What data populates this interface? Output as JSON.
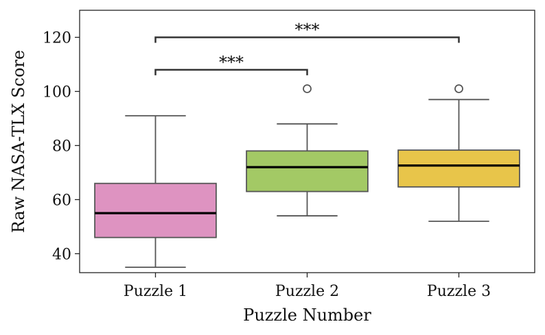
{
  "chart_data": {
    "type": "box",
    "xlabel": "Puzzle Number",
    "ylabel": "Raw NASA-TLX Score",
    "ylim": [
      33,
      130
    ],
    "yticks": [
      40,
      60,
      80,
      100,
      120
    ],
    "categories": [
      "Puzzle 1",
      "Puzzle 2",
      "Puzzle 3"
    ],
    "boxes": [
      {
        "category": "Puzzle 1",
        "whisker_low": 35,
        "q1": 46,
        "median": 55,
        "q3": 66,
        "whisker_high": 91,
        "outliers": [],
        "color": "#de93c1"
      },
      {
        "category": "Puzzle 2",
        "whisker_low": 54,
        "q1": 63,
        "median": 72,
        "q3": 78,
        "whisker_high": 88,
        "outliers": [
          101
        ],
        "color": "#a3c965"
      },
      {
        "category": "Puzzle 3",
        "whisker_low": 52,
        "q1": 64.7,
        "median": 72.6,
        "q3": 78.3,
        "whisker_high": 97,
        "outliers": [
          101
        ],
        "color": "#e8c54a"
      }
    ],
    "significance": [
      {
        "from": "Puzzle 1",
        "to": "Puzzle 2",
        "label": "***",
        "y": 108
      },
      {
        "from": "Puzzle 1",
        "to": "Puzzle 3",
        "label": "***",
        "y": 120
      }
    ],
    "grid": false,
    "legend": "none"
  }
}
